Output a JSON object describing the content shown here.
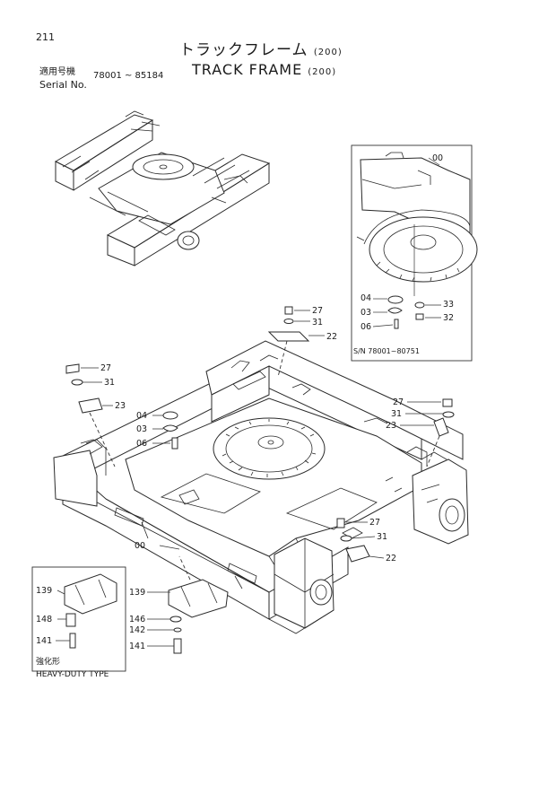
{
  "page_number": "211",
  "title_jp": "トラックフレーム",
  "title_en": "TRACK FRAME",
  "title_code": "(200)",
  "serial_label_jp": "適用号機",
  "serial_label_en": "Serial No.",
  "serial_range": "78001 ~ 85184",
  "inset_serial": "S/N 78001~80751",
  "heavy_duty_jp": "強化形",
  "heavy_duty_en": "HEAVY-DUTY TYPE",
  "callouts": {
    "c_inset_00": "00",
    "c_inset_04": "04",
    "c_inset_03": "03",
    "c_inset_06": "06",
    "c_inset_33": "33",
    "c_inset_32": "32",
    "c_top_27": "27",
    "c_top_31": "31",
    "c_top_22": "22",
    "c_left_27": "27",
    "c_left_31": "31",
    "c_left_23": "23",
    "c_left_04": "04",
    "c_left_03": "03",
    "c_left_06": "06",
    "c_right_27": "27",
    "c_right_31": "31",
    "c_right_23": "23",
    "c_mid_27": "27",
    "c_mid_31": "31",
    "c_mid_22": "22",
    "c_main_00": "00",
    "c_main_139": "139",
    "c_main_146": "146",
    "c_main_142": "142",
    "c_main_141": "141",
    "c_hd_139": "139",
    "c_hd_148": "148",
    "c_hd_141": "141"
  }
}
